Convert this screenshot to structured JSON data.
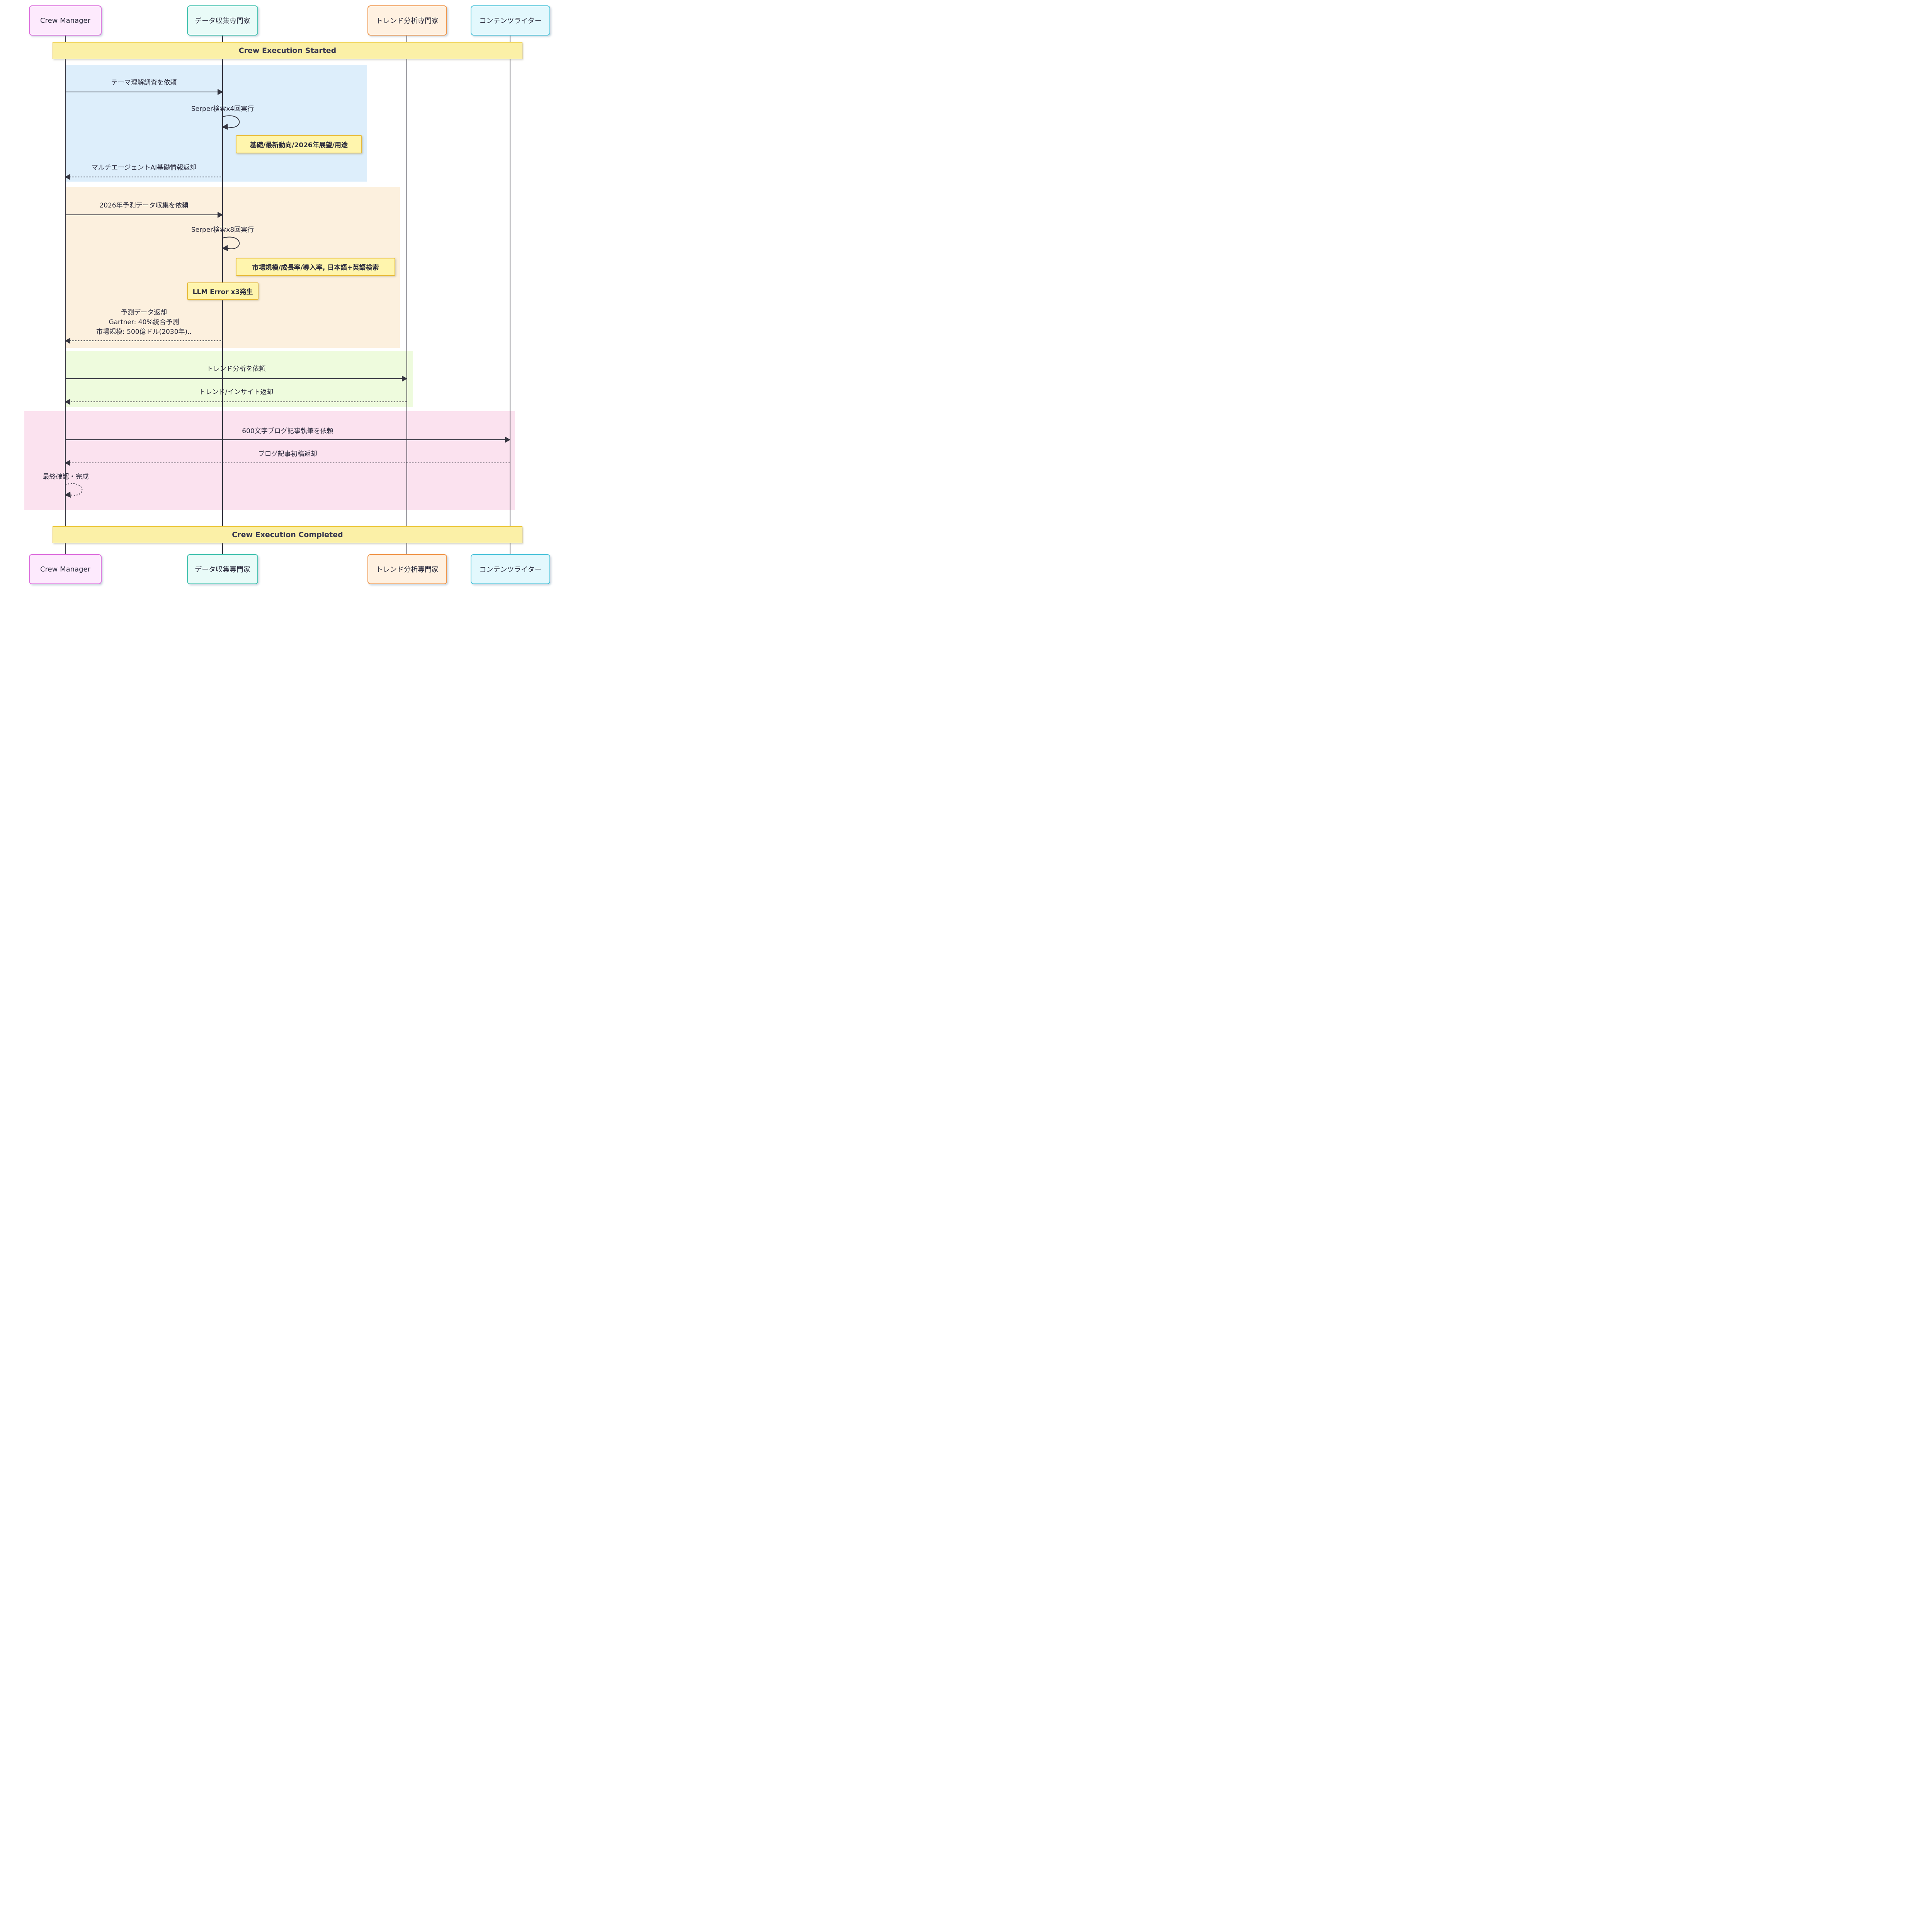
{
  "diagram_type": "sequence",
  "banners": {
    "start": "Crew Execution Started",
    "end": "Crew Execution Completed"
  },
  "actors": [
    {
      "label": "Crew Manager",
      "fill": "#fdeafd",
      "border": "#dd6fdd"
    },
    {
      "label": "データ収集専門家",
      "fill": "#e9fbf8",
      "border": "#44c2af"
    },
    {
      "label": "トレンド分析専門家",
      "fill": "#fff1e1",
      "border": "#f0964b"
    },
    {
      "label": "コンテンツライター",
      "fill": "#e3f8fd",
      "border": "#4cc3da"
    }
  ],
  "messages": [
    {
      "text": "テーマ理解調査を依頼",
      "from": "Crew Manager",
      "to": "データ収集専門家",
      "style": "solid"
    },
    {
      "text": "Serper検索x4回実行",
      "from": "データ収集専門家",
      "to": "データ収集専門家",
      "style": "self"
    },
    {
      "text": "マルチエージェントAI基礎情報返却",
      "from": "データ収集専門家",
      "to": "Crew Manager",
      "style": "dashed"
    },
    {
      "text": "2026年予測データ収集を依頼",
      "from": "Crew Manager",
      "to": "データ収集専門家",
      "style": "solid"
    },
    {
      "text": "Serper検索x8回実行",
      "from": "データ収集専門家",
      "to": "データ収集専門家",
      "style": "self"
    },
    {
      "lines": [
        "予測データ返却",
        "Gartner: 40%統合予測",
        "市場規模: 500億ドル(2030年).."
      ],
      "from": "データ収集専門家",
      "to": "Crew Manager",
      "style": "dashed"
    },
    {
      "text": "トレンド分析を依頼",
      "from": "Crew Manager",
      "to": "トレンド分析専門家",
      "style": "solid"
    },
    {
      "text": "トレンド/インサイト返却",
      "from": "トレンド分析専門家",
      "to": "Crew Manager",
      "style": "dashed"
    },
    {
      "text": "600文字ブログ記事執筆を依頼",
      "from": "Crew Manager",
      "to": "コンテンツライター",
      "style": "solid"
    },
    {
      "text": "ブログ記事初稿返却",
      "from": "コンテンツライター",
      "to": "Crew Manager",
      "style": "dashed"
    },
    {
      "text": "最終確認・完成",
      "from": "Crew Manager",
      "to": "Crew Manager",
      "style": "self-dashed"
    }
  ],
  "notes": [
    {
      "text": "基礎/最新動向/2026年展望/用途"
    },
    {
      "text": "市場規模/成長率/導入率, 日本語+英語検索"
    },
    {
      "text": "LLM Error x3発生"
    }
  ],
  "colors": {
    "banner_fill": "#fbf0a7",
    "banner_border": "#eac22d",
    "note_fill": "#fff5ad",
    "note_border": "#e7bb3d",
    "region_topic_research": "#ddeefb",
    "region_forecast_data": "#fcf0de",
    "region_trend_analysis": "#eefbdd",
    "region_content_writing": "#fbe2ef",
    "line": "#34343f"
  }
}
